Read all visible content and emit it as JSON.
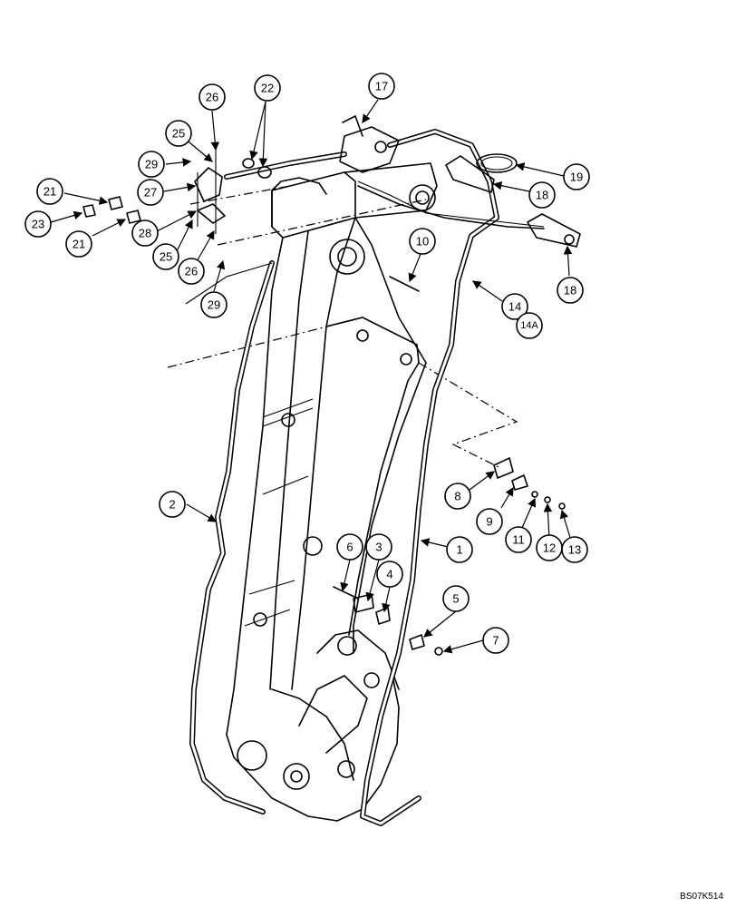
{
  "callouts": [
    "1",
    "2",
    "3",
    "4",
    "5",
    "6",
    "7",
    "8",
    "9",
    "10",
    "11",
    "12",
    "13",
    "14",
    "14A",
    "17",
    "18",
    "18",
    "19",
    "21",
    "21",
    "22",
    "23",
    "25",
    "25",
    "26",
    "26",
    "27",
    "28",
    "29",
    "29"
  ],
  "drawing_code": "BS07K514",
  "icons": [
    "arrowhead-icon"
  ]
}
